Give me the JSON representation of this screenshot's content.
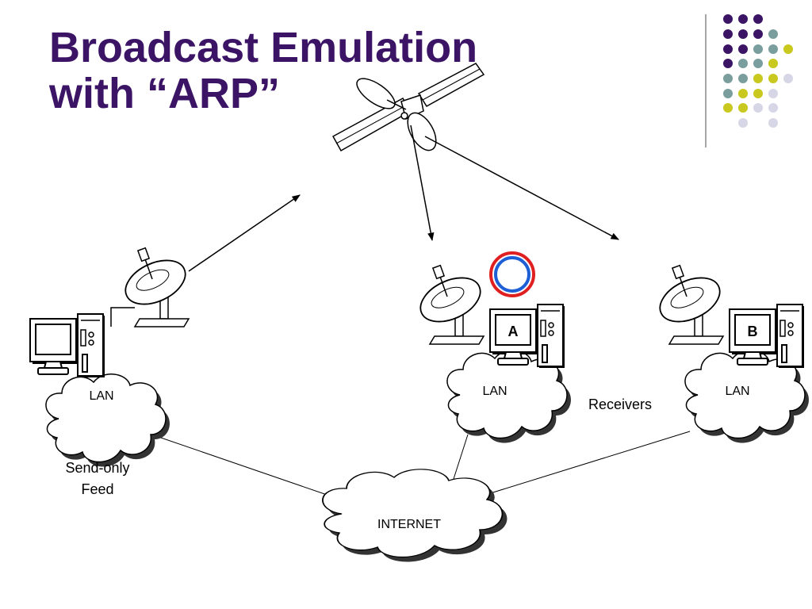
{
  "slide": {
    "title_line1": "Broadcast Emulation",
    "title_line2": "with “ARP”"
  },
  "labels": {
    "lan_sender": "LAN",
    "lan_a": "LAN",
    "lan_b": "LAN",
    "internet": "INTERNET",
    "receivers": "Receivers",
    "send_only_line1": "Send-only",
    "send_only_line2": "Feed",
    "computer_a": "A",
    "computer_b": "B"
  },
  "colors": {
    "title": "#3b1466",
    "dot_purple": "#3b1466",
    "dot_teal": "#7a9e9e",
    "dot_yellow": "#c8c81e",
    "dot_lavender": "#d6d6e6",
    "ring_outer": "#e02020",
    "ring_inner": "#1e5fd6"
  },
  "icons": [
    "satellite-icon",
    "dish-icon",
    "computer-icon",
    "cloud-icon",
    "dot-grid-decoration"
  ]
}
